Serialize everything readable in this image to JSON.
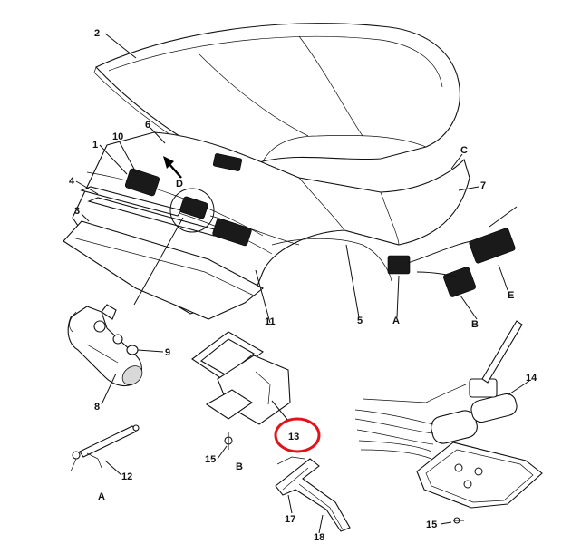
{
  "callouts": {
    "c1": "1",
    "c2": "2",
    "c3": "3",
    "c4": "4",
    "c5": "5",
    "c6": "6",
    "c7": "7",
    "c8": "8",
    "c9": "9",
    "c10": "10",
    "c11": "11",
    "c12": "12",
    "c13": "13",
    "c14": "14",
    "c15a": "15",
    "c15b": "15",
    "c17": "17",
    "c18": "18",
    "cA1": "A",
    "cA2": "A",
    "cB1": "B",
    "cB2": "B",
    "cC": "C",
    "cD": "D",
    "cE": "E"
  },
  "highlight": {
    "color": "#e0141b",
    "target": "13"
  }
}
